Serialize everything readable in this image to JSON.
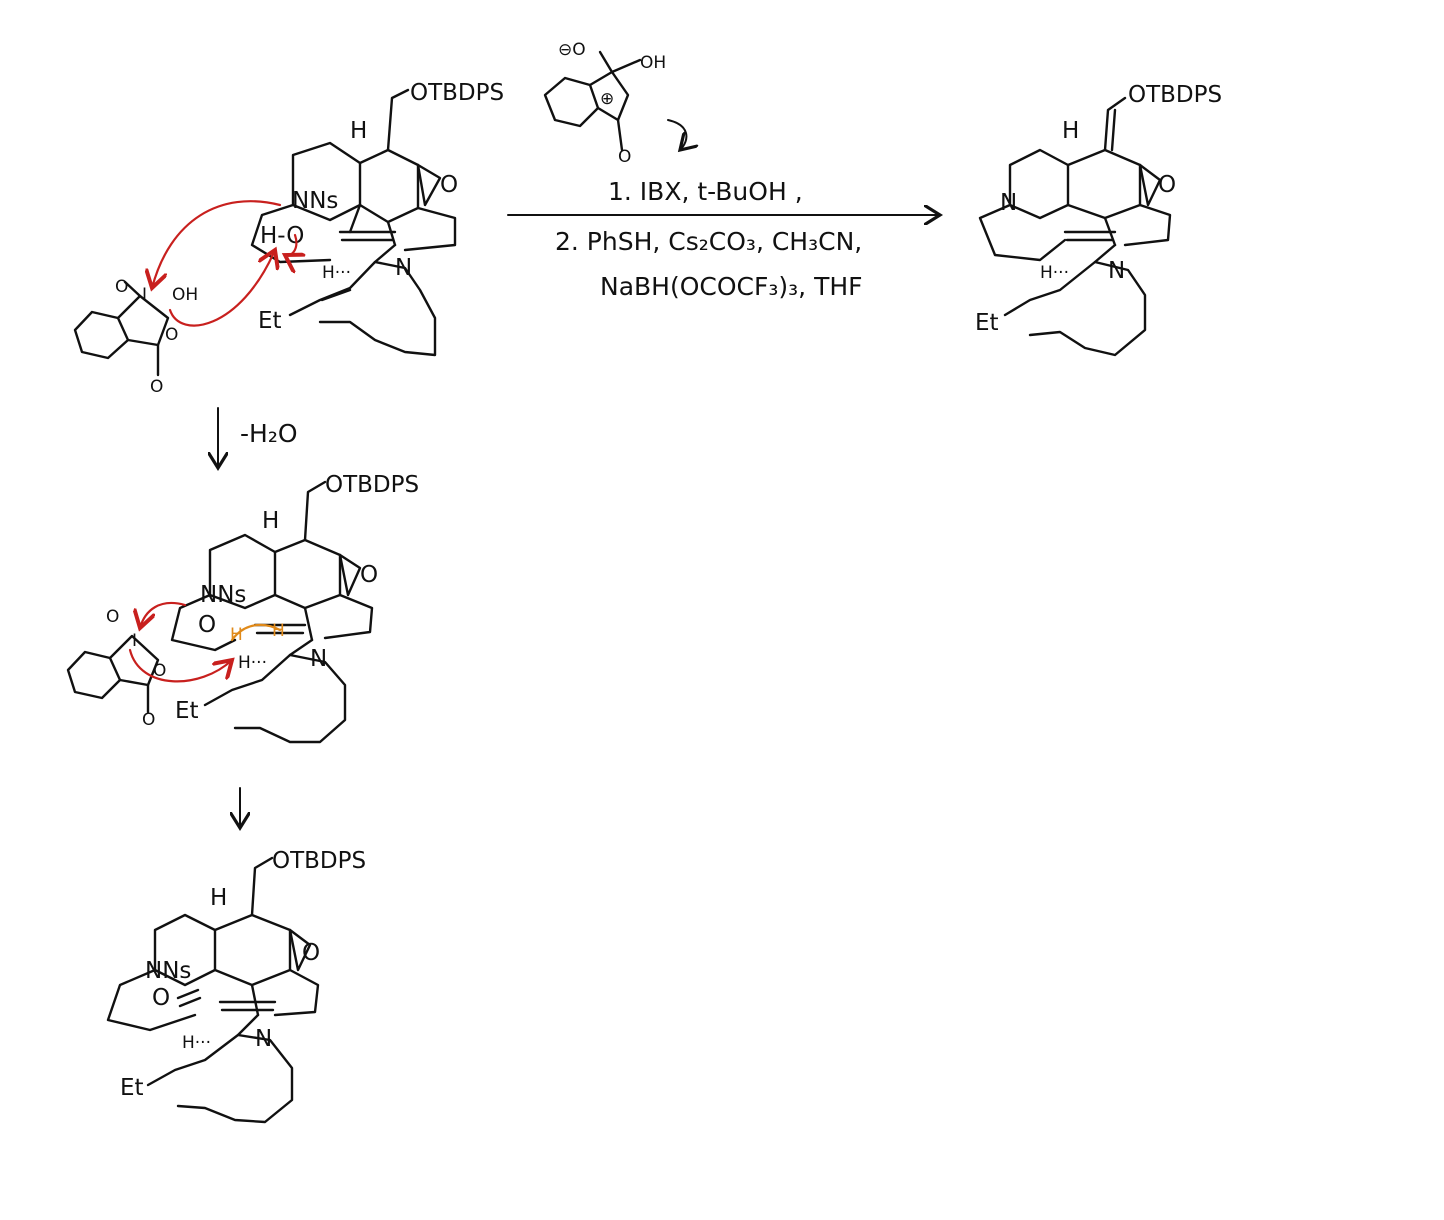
{
  "colors": {
    "ink": "#111111",
    "electron_arrow": "#c8201e",
    "highlight": "#e08a1a",
    "background": "#ffffff"
  },
  "reaction": {
    "step1": "1.  IBX, t-BuOH ,",
    "step2": "2. PhSH, Cs₂CO₃, CH₃CN,",
    "step2b": "NaBH(OCOCF₃)₃, THF"
  },
  "mechanism": {
    "dehydration": "-H₂O"
  },
  "labels": {
    "otbdps": "OTBDPS",
    "nns": "NNs",
    "n": "N",
    "h": "H",
    "et": "Et",
    "o": "O",
    "oh": "OH",
    "i": "I",
    "h_hydroxyl": "H-O",
    "o_minus": "⊖O",
    "h_dots": "H···",
    "i_plus": "⊕"
  }
}
